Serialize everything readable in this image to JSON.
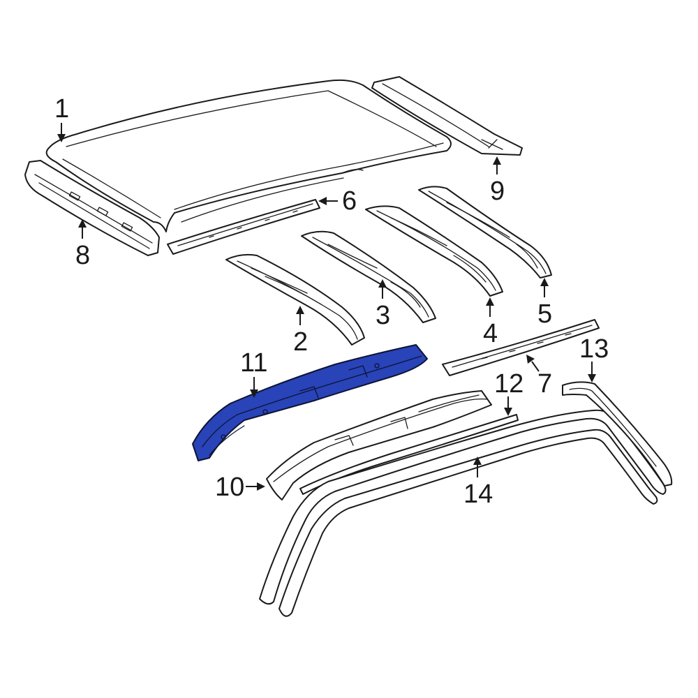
{
  "diagram": {
    "highlight_color": "#2943b8",
    "line_color": "#1a1a1a",
    "highlighted_part": "11",
    "callouts": [
      {
        "id": "c1",
        "label": "1"
      },
      {
        "id": "c2",
        "label": "2"
      },
      {
        "id": "c3",
        "label": "3"
      },
      {
        "id": "c4",
        "label": "4"
      },
      {
        "id": "c5",
        "label": "5"
      },
      {
        "id": "c6",
        "label": "6"
      },
      {
        "id": "c7",
        "label": "7"
      },
      {
        "id": "c8",
        "label": "8"
      },
      {
        "id": "c9",
        "label": "9"
      },
      {
        "id": "c10",
        "label": "10"
      },
      {
        "id": "c11",
        "label": "11"
      },
      {
        "id": "c12",
        "label": "12"
      },
      {
        "id": "c13",
        "label": "13"
      },
      {
        "id": "c14",
        "label": "14"
      }
    ]
  }
}
